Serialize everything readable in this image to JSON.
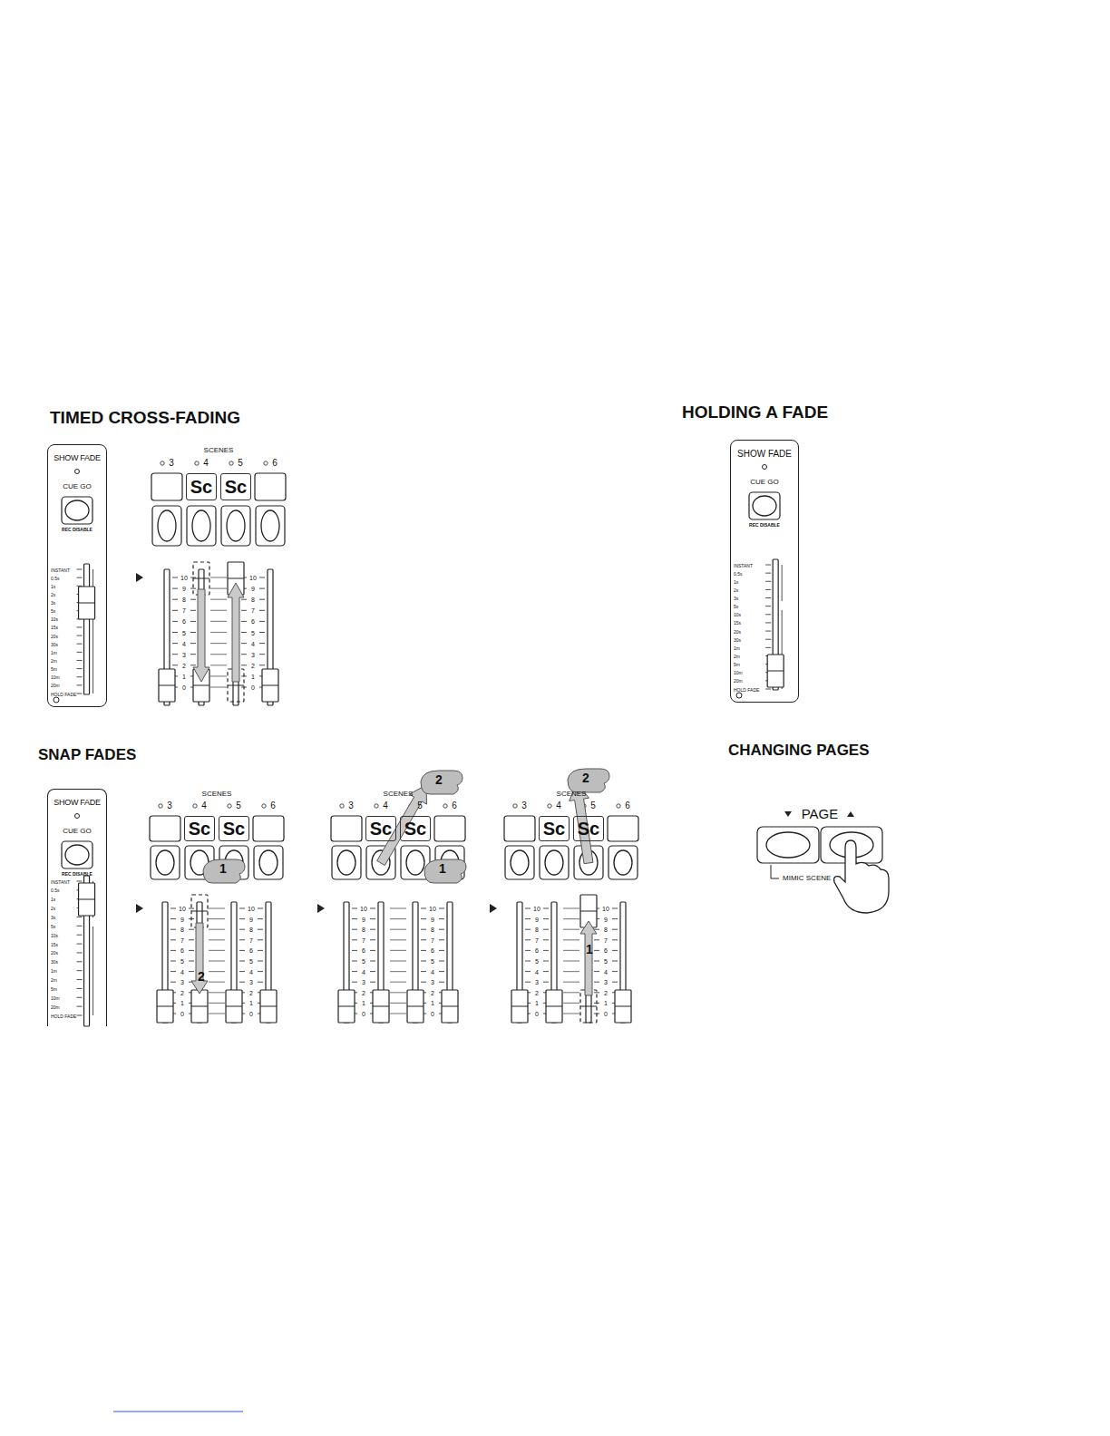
{
  "diagram": {
    "nodes": [
      {
        "text": [
          "SHOW FADE",
          "CUE GO",
          "REC DISABLE",
          "INSTANT",
          "0.5s",
          "1s",
          "2s",
          "3s",
          "5s",
          "10s",
          "15s",
          "20s",
          "30s",
          "1m",
          "2m",
          "5m",
          "10m",
          "20m",
          "HOLD FADE"
        ]
      },
      {
        "text": [
          "SHOW FADE",
          "CUE GO",
          "REC DISABLE",
          "INSTANT",
          "0.5s",
          "1s",
          "2s",
          "3s",
          "5s",
          "10s",
          "15s",
          "20s",
          "30s",
          "1m",
          "2m",
          "5m",
          "10m",
          "20m",
          "HOLD FADE"
        ]
      },
      {
        "text": [
          "SHOW FADE",
          "CUE GO",
          "REC DISABLE",
          "INSTANT",
          "0.5s",
          "1s",
          "2s",
          "3s",
          "5s",
          "10s",
          "15s",
          "20s",
          "30s",
          "1m",
          "2m",
          "5m",
          "10m",
          "20m",
          "HOLD FADE"
        ]
      },
      {
        "text": [
          "Sc"
        ]
      },
      {
        "text": [
          "Sc"
        ]
      },
      {
        "text": [
          "Sc"
        ]
      },
      {
        "text": [
          "Sc"
        ]
      },
      {
        "text": [
          "Sc"
        ]
      },
      {
        "text": [
          "Sc"
        ]
      },
      {
        "text": [
          "Sc"
        ]
      },
      {
        "text": [
          "Sc"
        ]
      }
    ],
    "labels": [
      "TIMED CROSS-FADING",
      "HOLDING A FADE",
      "SNAP FADES",
      "CHANGING PAGES",
      "SCENES",
      "3",
      "4",
      "5",
      "6",
      "10",
      "9",
      "8",
      "7",
      "6",
      "5",
      "4",
      "3",
      "2",
      "1",
      "0",
      "10",
      "9",
      "8",
      "7",
      "6",
      "5",
      "4",
      "3",
      "2",
      "1",
      "0",
      "SCENES",
      "3",
      "4",
      "5",
      "6",
      "10",
      "9",
      "8",
      "7",
      "6",
      "5",
      "4",
      "3",
      "2",
      "1",
      "0",
      "10",
      "9",
      "8",
      "7",
      "6",
      "5",
      "4",
      "3",
      "2",
      "1",
      "0",
      "SCENES",
      "3",
      "4",
      "5",
      "6",
      "10",
      "9",
      "8",
      "7",
      "6",
      "5",
      "4",
      "3",
      "2",
      "1",
      "0",
      "10",
      "9",
      "8",
      "7",
      "6",
      "5",
      "4",
      "3",
      "2",
      "1",
      "0",
      "SCENES",
      "3",
      "4",
      "5",
      "6",
      "10",
      "9",
      "8",
      "7",
      "6",
      "5",
      "4",
      "3",
      "2",
      "1",
      "0",
      "10",
      "9",
      "8",
      "7",
      "6",
      "5",
      "4",
      "3",
      "2",
      "1",
      "0",
      "1",
      "2",
      "2",
      "1",
      "2",
      "1",
      "PAGE",
      "MIMIC SCENE"
    ]
  }
}
